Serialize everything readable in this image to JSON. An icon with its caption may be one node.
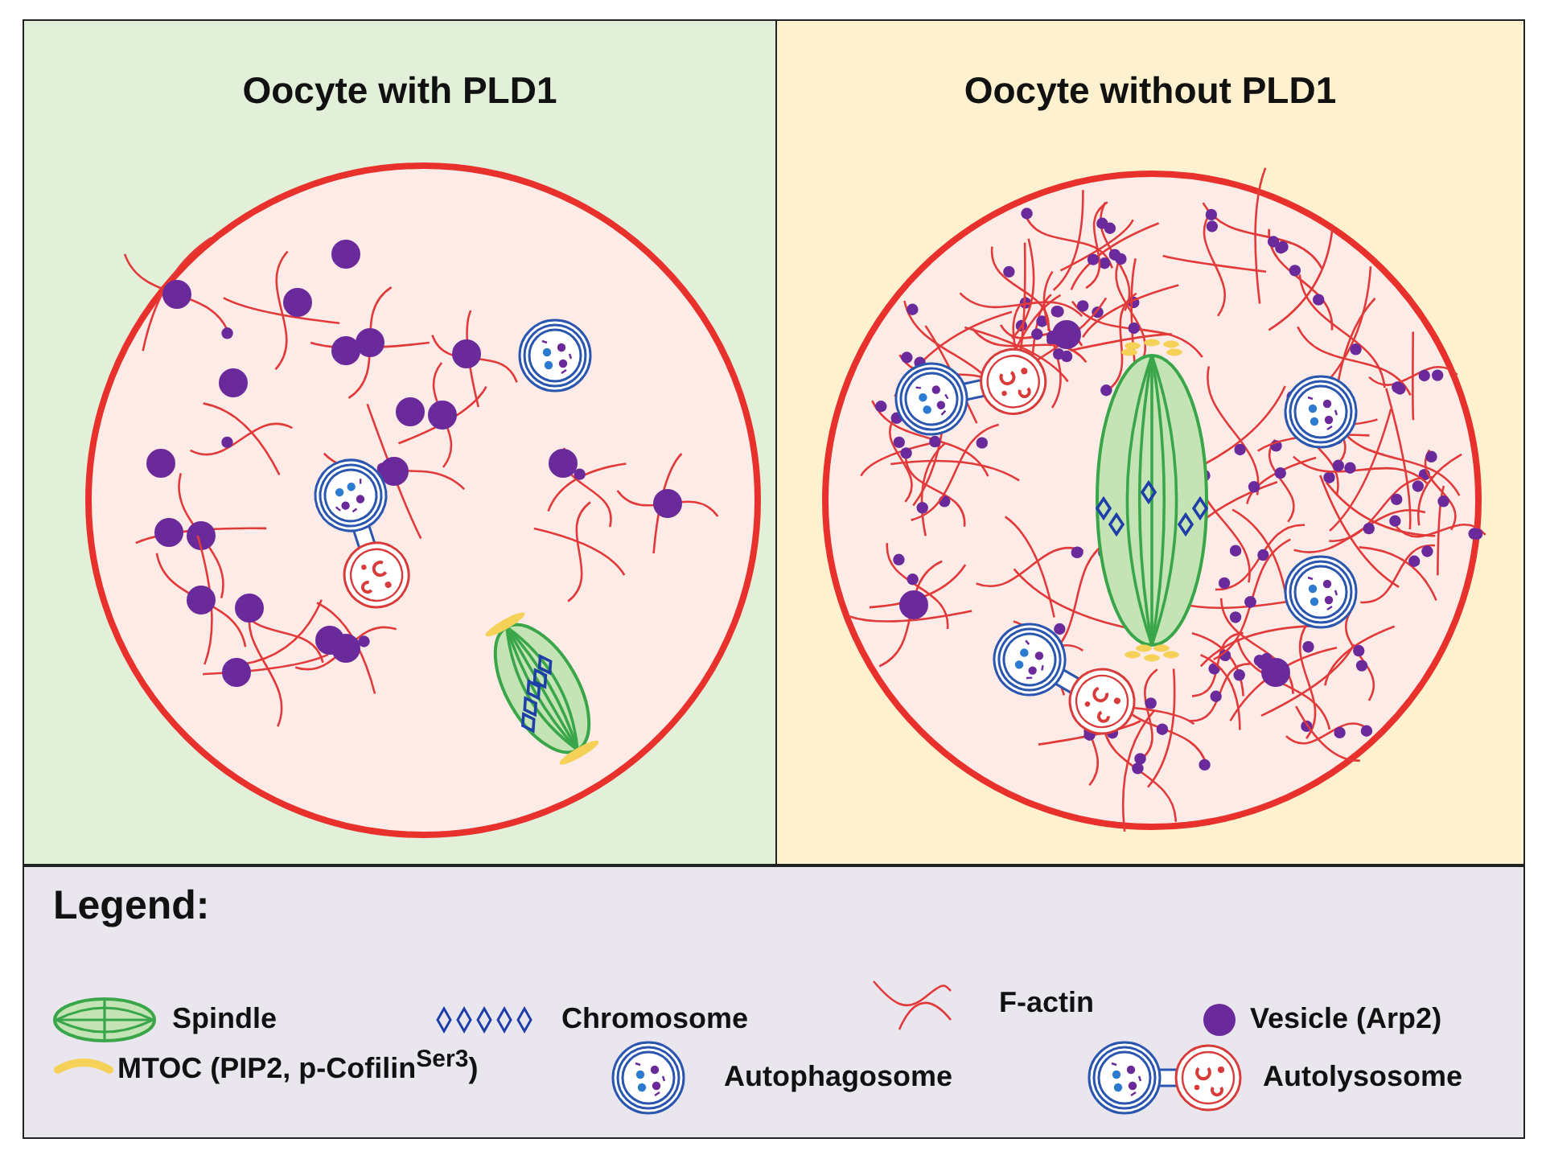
{
  "diagram": {
    "nodes": [
      {
        "text": [
          "Oocyte with PLD1"
        ]
      },
      {
        "text": [
          "Oocyte without PLD1"
        ]
      }
    ],
    "edges": [],
    "labels": [
      "Legend:"
    ],
    "legend": [
      {
        "text": "Spindle"
      },
      {
        "text": "Chromosome"
      },
      {
        "text": "F-actin"
      },
      {
        "text": "Vesicle (Arp2)"
      },
      {
        "text": "MTOC (PIP2, p-Cofilin$^{Ser3}$)"
      },
      {
        "text": "Autophagosome"
      },
      {
        "text": "Autolysosome"
      }
    ]
  }
}
